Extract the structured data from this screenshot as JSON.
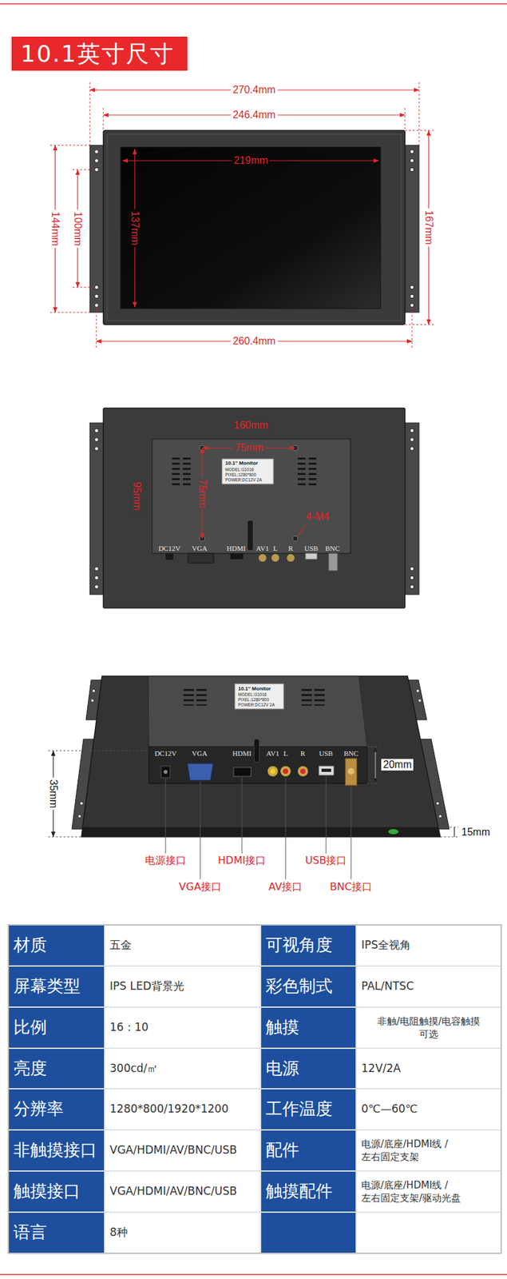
{
  "diagram": {
    "title": "10.1英寸尺寸",
    "labels": [
      "270.4mm",
      "246.4mm",
      "219mm",
      "144mm",
      "100mm",
      "137mm",
      "167mm",
      "260.4mm",
      "160mm",
      "75mm",
      "95mm",
      "75mm",
      "4-M4",
      "10.1\" Monitor",
      "MODEL:G1016",
      "PIXEL:1280*800",
      "POWER:DC12V 2A",
      "DC12V",
      "VGA",
      "HDMI",
      "AV1",
      "L",
      "R",
      "USB",
      "BNC",
      "10.1\" Monitor",
      "MODEL:G1016",
      "PIXEL:1280*800",
      "POWER:DC12V 2A",
      "DC12V",
      "VGA",
      "HDMI",
      "AV1",
      "L",
      "R",
      "USB",
      "BNC",
      "35mm",
      "20mm",
      "15mm",
      "电源接口",
      "HDMI接口",
      "USB接口",
      "VGA接口",
      "AV接口",
      "BNC接口",
      "材质",
      "五金",
      "可视角度",
      "IPS全视角",
      "屏幕类型",
      "IPS LED背景光",
      "彩色制式",
      "PAL/NTSC",
      "比例",
      "16：10",
      "触摸",
      "非触/电阻触摸/电容触摸 可选",
      "亮度",
      "300cd/㎡",
      "电源",
      "12V/2A",
      "分辨率",
      "1280*800/1920*1200",
      "工作温度",
      "0℃—60℃",
      "非触摸接口",
      "VGA/HDMI/AV/BNC/USB",
      "配件",
      "电源/底座/HDMI线 /左右固定支架",
      "触摸接口",
      "VGA/HDMI/AV/BNC/USB",
      "触摸配件",
      "电源/底座/HDMI线 /左右固定支架/驱动光盘",
      "语言",
      "8种"
    ]
  }
}
